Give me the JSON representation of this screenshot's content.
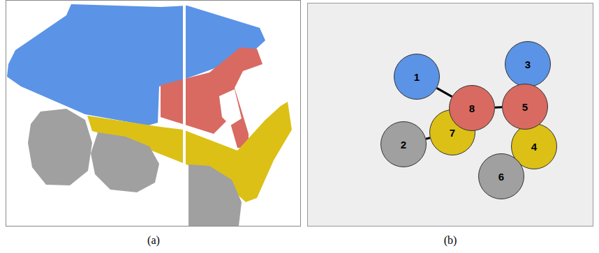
{
  "diagram": {
    "nodes": [
      {
        "text": [
          "1"
        ]
      },
      {
        "text": [
          "2"
        ]
      },
      {
        "text": [
          "3"
        ]
      },
      {
        "text": [
          "4"
        ]
      },
      {
        "text": [
          "5"
        ]
      },
      {
        "text": [
          "6"
        ]
      },
      {
        "text": [
          "7"
        ]
      },
      {
        "text": [
          "8"
        ]
      }
    ],
    "edges": [
      {
        "from": 0,
        "to": 7,
        "arrow": "none"
      },
      {
        "from": 7,
        "to": 4,
        "arrow": "none"
      },
      {
        "from": 1,
        "to": 6,
        "arrow": "none"
      }
    ],
    "labels": [
      "(a)",
      "(b)"
    ]
  }
}
